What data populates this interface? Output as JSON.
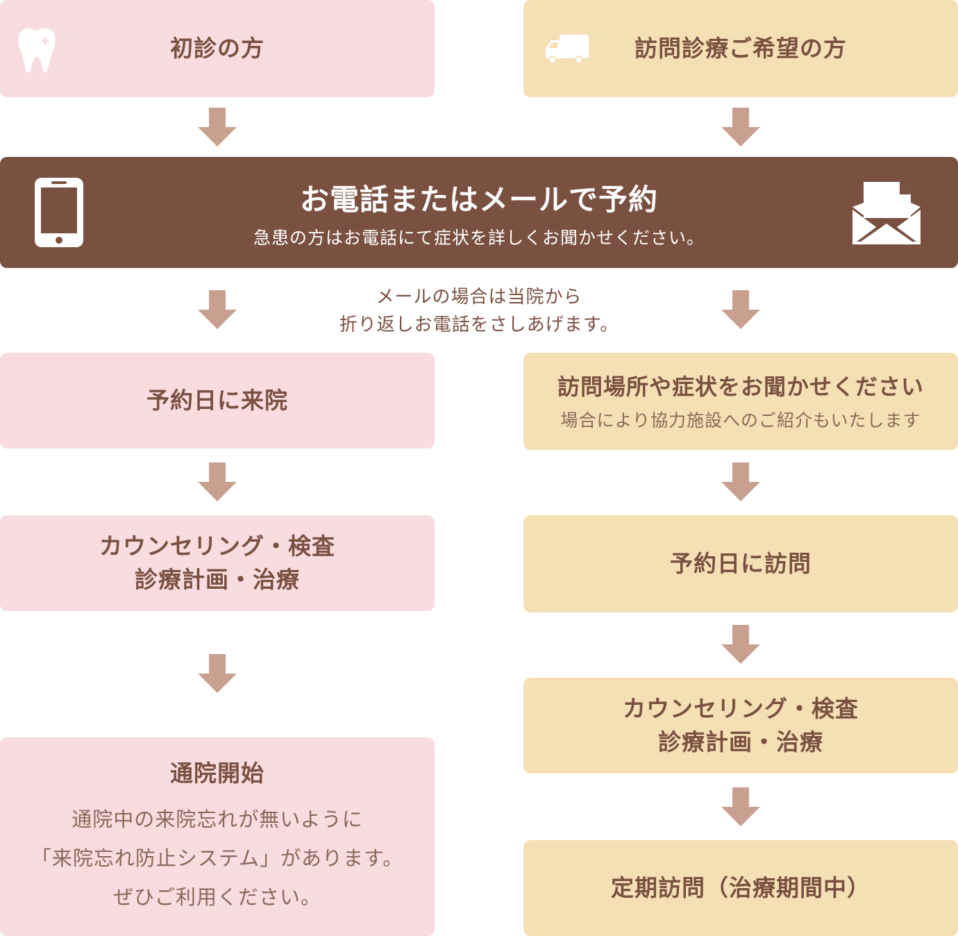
{
  "colors": {
    "pink_box": "#f8dce0",
    "beige_box": "#f5e0b6",
    "brown_bar": "#7a5040",
    "arrow": "#c9a08f",
    "text": "#7a5040"
  },
  "left_column": {
    "header": {
      "label": "初診の方",
      "icon": "tooth-icon"
    },
    "step1": {
      "label": "予約日に来院"
    },
    "step2": {
      "label_line1": "カウンセリング・検査",
      "label_line2": "診療計画・治療"
    },
    "step3": {
      "label": "通院開始",
      "desc_line1": "通院中の来院忘れが無いように",
      "desc_line2": "「来院忘れ防止システム」があります。",
      "desc_line3": "ぜひご利用ください。"
    }
  },
  "right_column": {
    "header": {
      "label": "訪問診療ご希望の方",
      "icon": "truck-icon"
    },
    "step1": {
      "label": "訪問場所や症状をお聞かせください",
      "desc": "場合により協力施設へのご紹介もいたします"
    },
    "step2": {
      "label": "予約日に訪問"
    },
    "step3": {
      "label_line1": "カウンセリング・検査",
      "label_line2": "診療計画・治療"
    },
    "step4": {
      "label": "定期訪問（治療期間中）"
    }
  },
  "contact": {
    "title": "お電話またはメールで予約",
    "subtitle": "急患の方はお電話にて症状を詳しくお聞かせください。",
    "left_icon": "smartphone-icon",
    "right_icon": "mail-icon"
  },
  "mail_note": {
    "line1": "メールの場合は当院から",
    "line2": "折り返しお電話をさしあげます。"
  }
}
